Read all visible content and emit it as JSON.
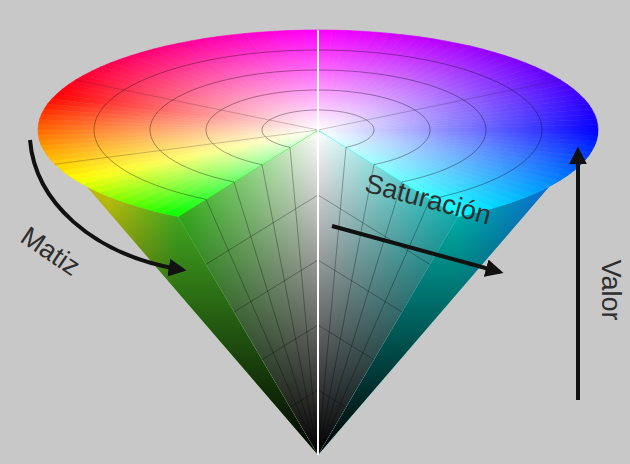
{
  "diagram": {
    "labels": [
      "Matiz",
      "Saturación",
      "Valor"
    ]
  }
}
